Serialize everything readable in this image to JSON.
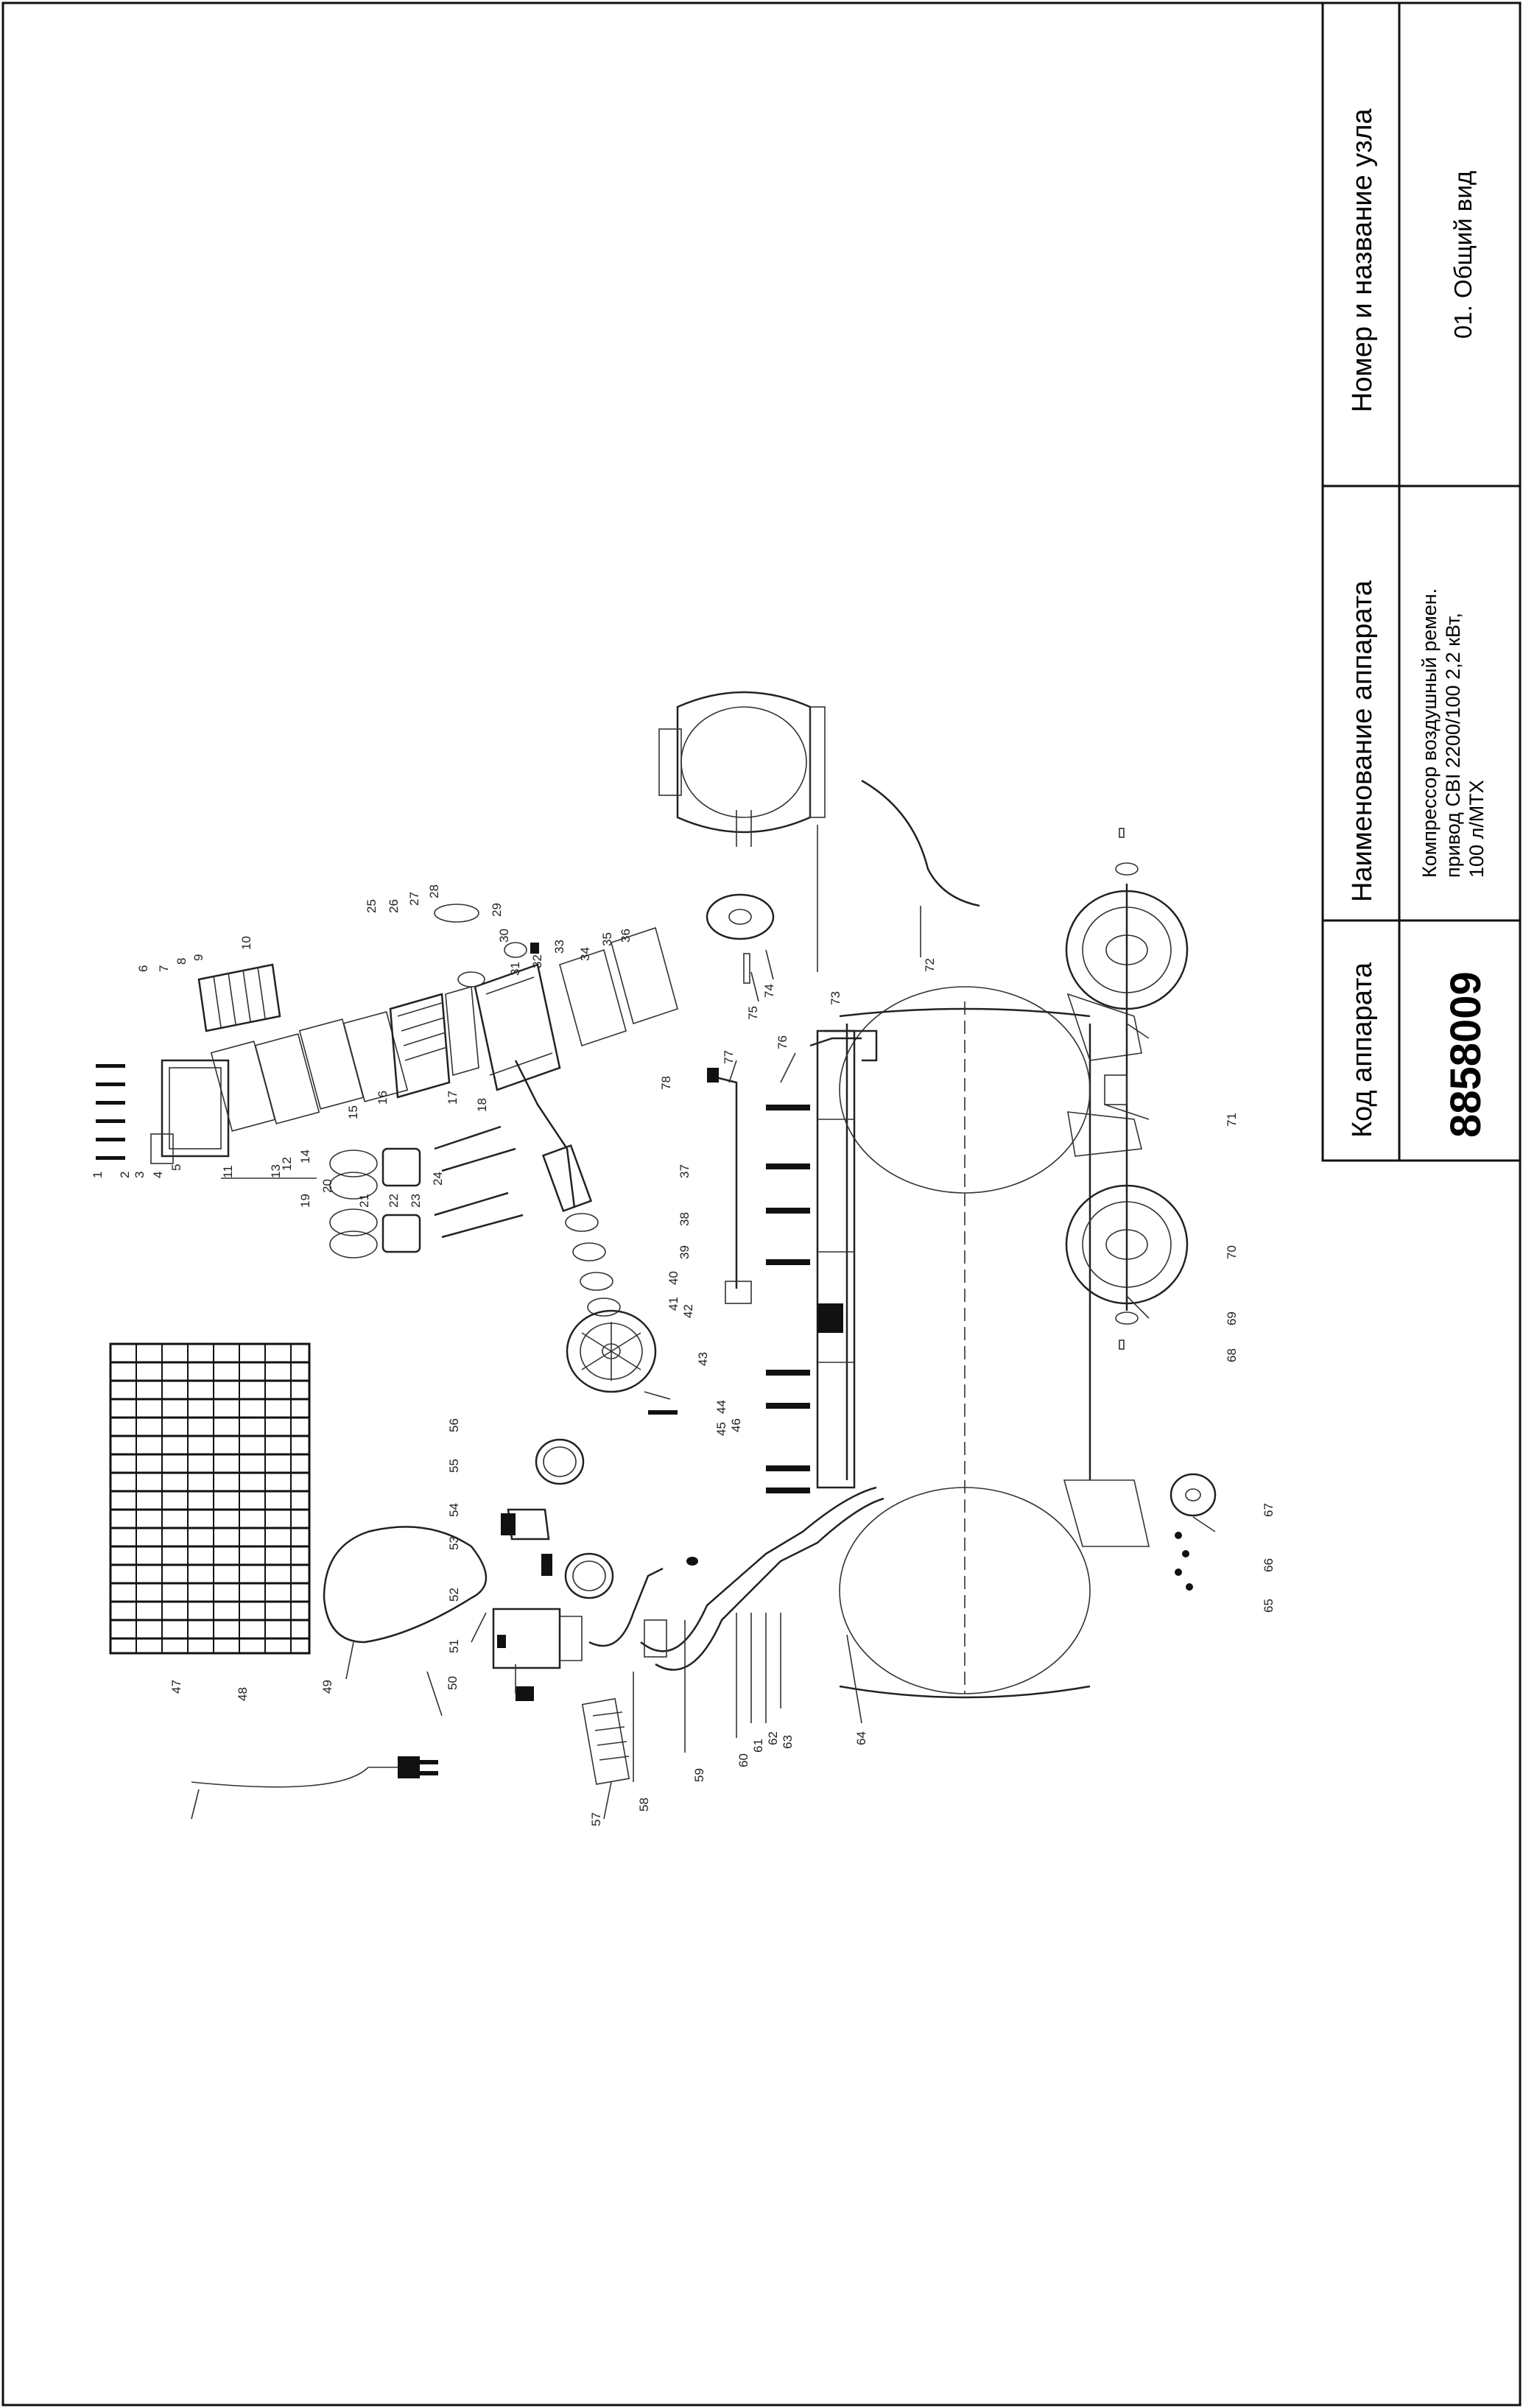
{
  "title_block": {
    "col1_header": "Код аппарата",
    "col1_value": "8858009",
    "col2_header": "Наименование аппарата",
    "col2_line1": "Компрессор воздушный ремен.",
    "col2_line2": "привод  CBI 2200/100  2,2 кВт,",
    "col2_line3": "100 л/MTX",
    "col3_header": "Номер и название узла",
    "col3_value": "01. Общий вид"
  },
  "parts": [
    "1",
    "2",
    "3",
    "4",
    "5",
    "6",
    "7",
    "8",
    "9",
    "10",
    "11",
    "12",
    "13",
    "14",
    "15",
    "16",
    "17",
    "18",
    "19",
    "20",
    "21",
    "22",
    "23",
    "24",
    "25",
    "26",
    "27",
    "28",
    "29",
    "30",
    "31",
    "32",
    "33",
    "34",
    "35",
    "36",
    "37",
    "38",
    "39",
    "40",
    "41",
    "42",
    "43",
    "44",
    "45",
    "46",
    "47",
    "48",
    "49",
    "50",
    "51",
    "52",
    "53",
    "54",
    "55",
    "56",
    "57",
    "58",
    "59",
    "60",
    "61",
    "62",
    "63",
    "64",
    "65",
    "66",
    "67",
    "68",
    "69",
    "70",
    "71",
    "72",
    "73",
    "74",
    "75",
    "76",
    "77",
    "78"
  ],
  "colors": {
    "ink": "#111111",
    "paper": "#ffffff"
  }
}
